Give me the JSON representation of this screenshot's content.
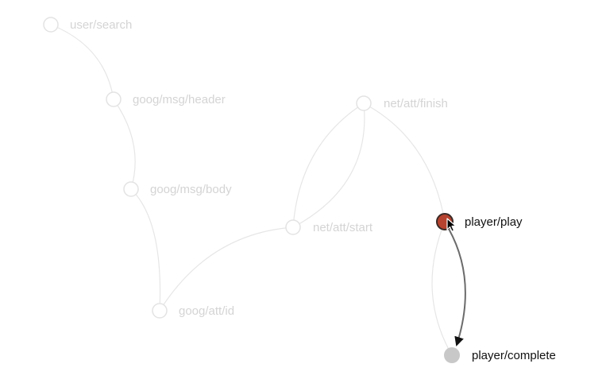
{
  "graph": {
    "nodes": [
      {
        "id": "user-search",
        "label": "user/search",
        "state": "faded"
      },
      {
        "id": "goog-msg-header",
        "label": "goog/msg/header",
        "state": "faded"
      },
      {
        "id": "goog-msg-body",
        "label": "goog/msg/body",
        "state": "faded"
      },
      {
        "id": "goog-att-id",
        "label": "goog/att/id",
        "state": "faded"
      },
      {
        "id": "net-att-start",
        "label": "net/att/start",
        "state": "faded"
      },
      {
        "id": "net-att-finish",
        "label": "net/att/finish",
        "state": "faded"
      },
      {
        "id": "player-play",
        "label": "player/play",
        "state": "selected"
      },
      {
        "id": "player-complete",
        "label": "player/complete",
        "state": "target"
      }
    ],
    "edges": [
      {
        "from": "user-search",
        "to": "goog-msg-header",
        "state": "faded"
      },
      {
        "from": "goog-msg-header",
        "to": "goog-msg-body",
        "state": "faded"
      },
      {
        "from": "goog-msg-body",
        "to": "goog-att-id",
        "state": "faded"
      },
      {
        "from": "goog-att-id",
        "to": "net-att-start",
        "state": "faded"
      },
      {
        "from": "net-att-start",
        "to": "net-att-finish",
        "state": "faded"
      },
      {
        "from": "net-att-finish",
        "to": "net-att-start",
        "state": "faded"
      },
      {
        "from": "net-att-finish",
        "to": "player-play",
        "state": "faded"
      },
      {
        "from": "player-complete",
        "to": "player-play",
        "state": "faded"
      },
      {
        "from": "player-play",
        "to": "player-complete",
        "state": "active"
      }
    ],
    "colors": {
      "faded_stroke": "#e6e6e6",
      "faded_label": "#d4d4d4",
      "selected_fill": "#b5432f",
      "selected_stroke": "#3a2a26",
      "target_fill": "#c8c8c8",
      "active_edge": "#6b6b6b",
      "arrowhead": "#111111",
      "cursor": "#000000"
    },
    "cursor_icon": "mouse-pointer-icon"
  }
}
